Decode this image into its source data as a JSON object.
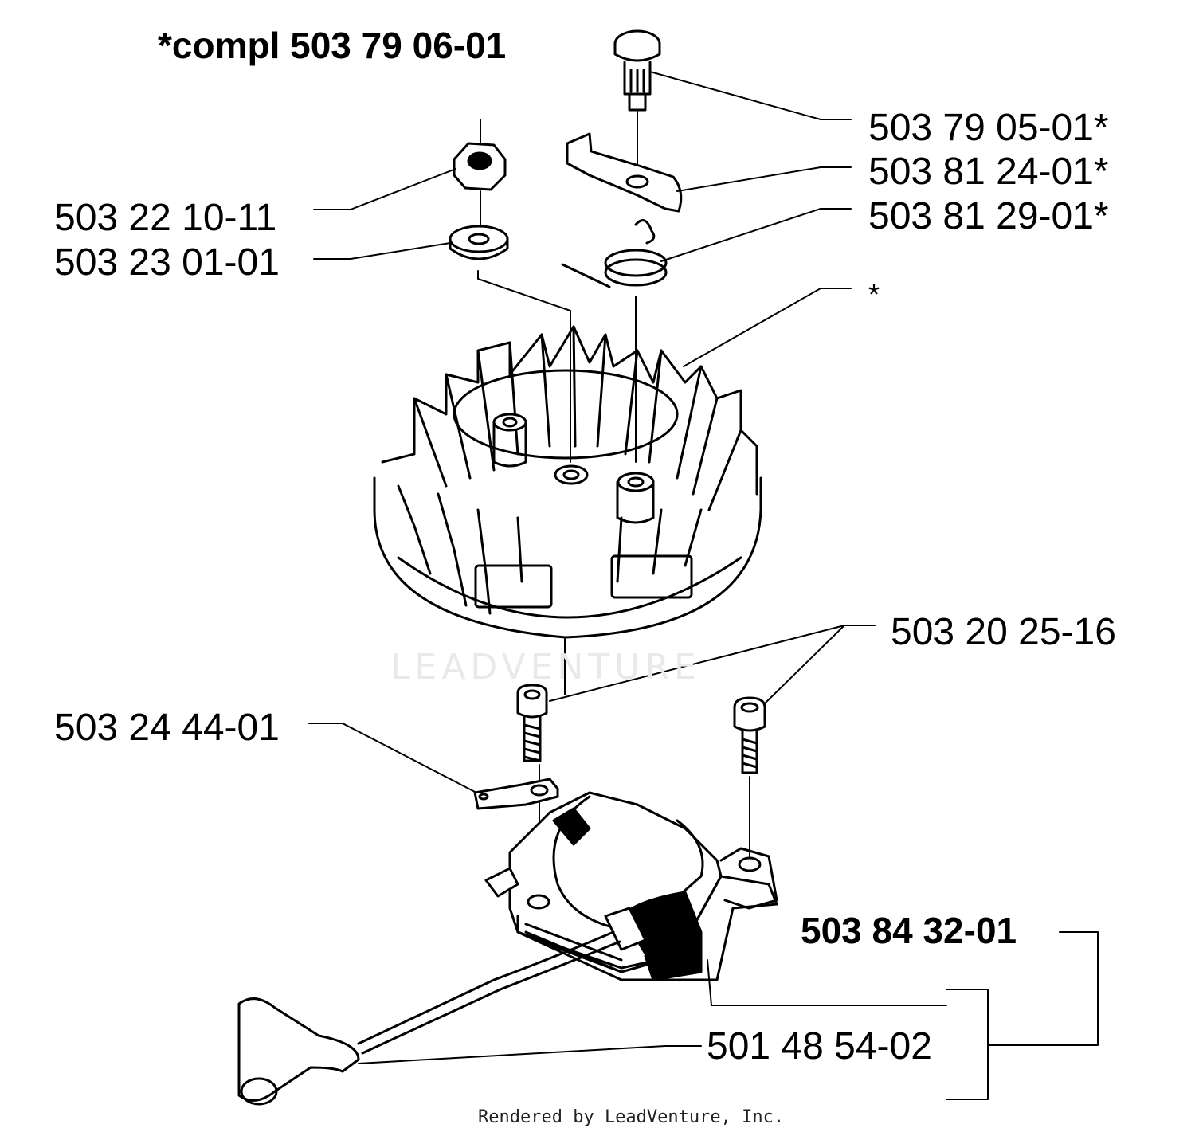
{
  "header": {
    "assembly_label": "*compl 503 79 06-01"
  },
  "parts": {
    "pin": "503 79 05-01*",
    "pawl": "503 81 24-01*",
    "spring": "503 81 29-01*",
    "flywheel": "*",
    "nut": "503 22 10-11",
    "washer": "503 23 01-01",
    "screws": "503 20 25-16",
    "terminal": "503 24 44-01",
    "ignition_module": "503 84 32-01",
    "spark_cap": "501 48 54-02"
  },
  "watermark": "LEADVENTURE",
  "footer": {
    "credit": "Rendered by LeadVenture, Inc."
  }
}
